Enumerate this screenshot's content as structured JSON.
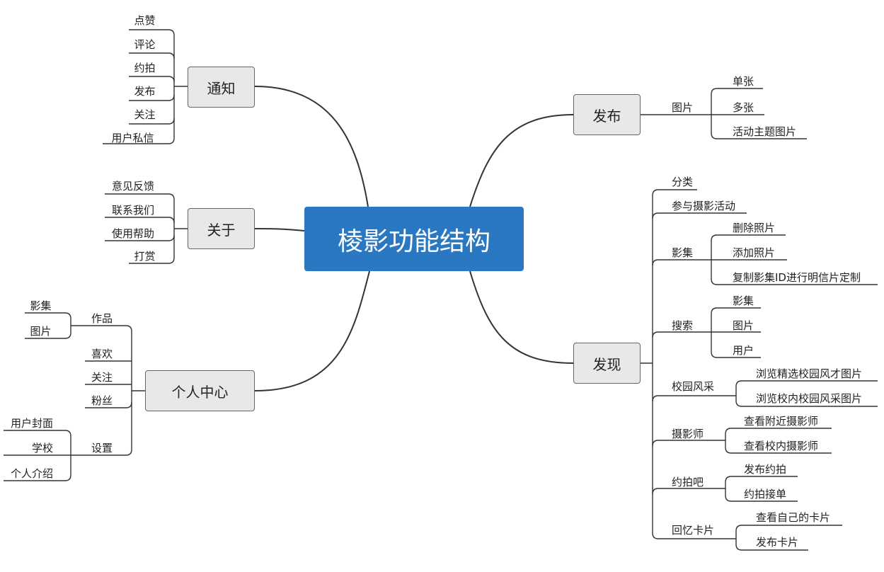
{
  "root": "棱影功能结构",
  "branches": {
    "notify": {
      "title": "通知",
      "items": [
        "点赞",
        "评论",
        "约拍",
        "发布",
        "关注",
        "用户私信"
      ]
    },
    "about": {
      "title": "关于",
      "items": [
        "意见反馈",
        "联系我们",
        "使用帮助",
        "打赏"
      ]
    },
    "personal": {
      "title": "个人中心",
      "works": {
        "label": "作品",
        "items": [
          "影集",
          "图片"
        ]
      },
      "likes": "喜欢",
      "follow": "关注",
      "fans": "粉丝",
      "settings": {
        "label": "设置",
        "items": [
          "用户封面",
          "学校",
          "个人介绍"
        ]
      }
    },
    "publish": {
      "title": "发布",
      "picture": {
        "label": "图片",
        "items": [
          "单张",
          "多张",
          "活动主题图片"
        ]
      }
    },
    "discover": {
      "title": "发现",
      "category": "分类",
      "join": "参与摄影活动",
      "album": {
        "label": "影集",
        "items": [
          "删除照片",
          "添加照片",
          "复制影集ID进行明信片定制"
        ]
      },
      "search": {
        "label": "搜索",
        "items": [
          "影集",
          "图片",
          "用户"
        ]
      },
      "campus": {
        "label": "校园风采",
        "items": [
          "浏览精选校园风才图片",
          "浏览校内校园风采图片"
        ]
      },
      "photographer": {
        "label": "摄影师",
        "items": [
          "查看附近摄影师",
          "查看校内摄影师"
        ]
      },
      "appointment": {
        "label": "约拍吧",
        "items": [
          "发布约拍",
          "约拍接单"
        ]
      },
      "memory": {
        "label": "回忆卡片",
        "items": [
          "查看自己的卡片",
          "发布卡片"
        ]
      }
    }
  }
}
